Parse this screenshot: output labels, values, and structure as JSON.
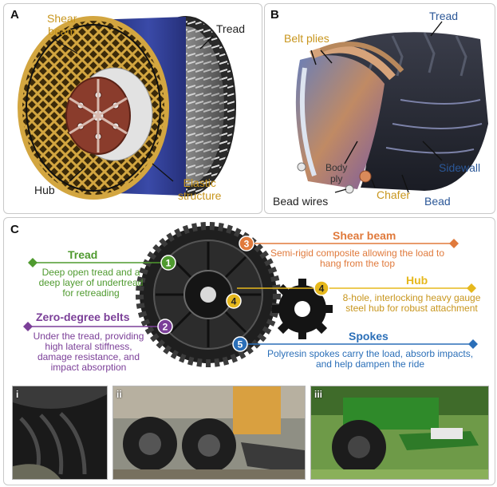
{
  "colors": {
    "tread": "#4f9a2f",
    "zero_degree_belts": "#7b3f98",
    "shear_beam": "#e07a3c",
    "hub": "#e6b81d",
    "spokes": "#2b6fb8",
    "label_gold": "#c8961e",
    "label_blue": "#2b5797"
  },
  "panel_a": {
    "letter": "A",
    "labels": {
      "shear_beam_1": "Shear",
      "shear_beam_2": "beam",
      "tread": "Tread",
      "hub": "Hub",
      "elastic_1": "Elastic",
      "elastic_2": "structure"
    }
  },
  "panel_b": {
    "letter": "B",
    "labels": {
      "tread": "Tread",
      "belt_plies": "Belt plies",
      "body_ply_1": "Body",
      "body_ply_2": "ply",
      "sidewall": "Sidewall",
      "bead_wires": "Bead wires",
      "chafer": "Chafer",
      "bead": "Bead"
    }
  },
  "panel_c": {
    "letter": "C",
    "callouts": [
      {
        "num": "1",
        "title": "Tread",
        "lines": [
          "Deep open tread and a",
          "deep layer of undertread",
          "for retreading"
        ]
      },
      {
        "num": "2",
        "title": "Zero-degree belts",
        "lines": [
          "Under the tread, providing",
          "high lateral stiffness,",
          "damage resistance, and",
          "impact absorption"
        ]
      },
      {
        "num": "3",
        "title": "Shear beam",
        "lines": [
          "Semi-rigid composite allowing the load to",
          "hang from the top"
        ]
      },
      {
        "num": "4",
        "title": "Hub",
        "lines": [
          "8-hole, interlocking heavy gauge",
          "steel hub for robust attachment"
        ]
      },
      {
        "num": "5",
        "title": "Spokes",
        "lines": [
          "Polyresin spokes carry the load, absorb impacts,",
          "and help dampen the ride"
        ]
      }
    ],
    "photos": [
      "i",
      "ii",
      "iii"
    ]
  }
}
